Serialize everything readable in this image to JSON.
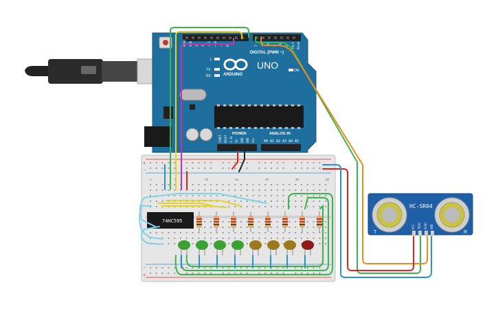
{
  "arduino": {
    "logo": "ARDUINO",
    "model": "UNO",
    "digital_label": "DIGITAL (PWM ~)",
    "power_label": "POWER",
    "analog_label": "ANALOG IN",
    "led_l": "L",
    "led_tx": "TX",
    "led_rx": "RX",
    "on_label": "ON",
    "power_pins": [
      "IOREF",
      "RESET",
      "3.3V",
      "5V",
      "GND",
      "GND",
      "Vin"
    ],
    "analog_pins": [
      "A0",
      "A1",
      "A2",
      "A3",
      "A4",
      "A5"
    ],
    "digital_pins": [
      "AREF",
      "GND",
      "13",
      "12",
      "~11",
      "~10",
      "~9",
      "8",
      "7",
      "~6",
      "~5",
      "4",
      "~3",
      "2",
      "TX▸1",
      "RX◂0"
    ]
  },
  "chip": {
    "label": "74HC595"
  },
  "sensor": {
    "label": "HC-SR04",
    "pins": [
      "VCC",
      "TRIG",
      "ECHO",
      "GND"
    ],
    "left_mark": "T",
    "right_mark": "R"
  },
  "breadboard": {
    "plus": "+",
    "minus": "−",
    "col_numbers": [
      "1",
      "5",
      "10",
      "15",
      "20",
      "25",
      "30"
    ]
  },
  "colors": {
    "board": "#1f6f9e",
    "breadboard": "#e6e6e6",
    "wire_green": "#3cb44b",
    "wire_orange": "#f08a1c",
    "wire_red": "#e0241b",
    "wire_blue": "#2a8fd6",
    "wire_yellow": "#e8d22a",
    "wire_magenta": "#cc2fa8",
    "wire_cyan": "#7fd3e6",
    "led_green": "#3ba132",
    "led_yellow": "#9a7a1a",
    "led_red": "#8e1a1a",
    "sensor_board": "#1e5fa8"
  },
  "icons": [
    "usb-cable-icon",
    "arduino-infinity-logo-icon"
  ]
}
